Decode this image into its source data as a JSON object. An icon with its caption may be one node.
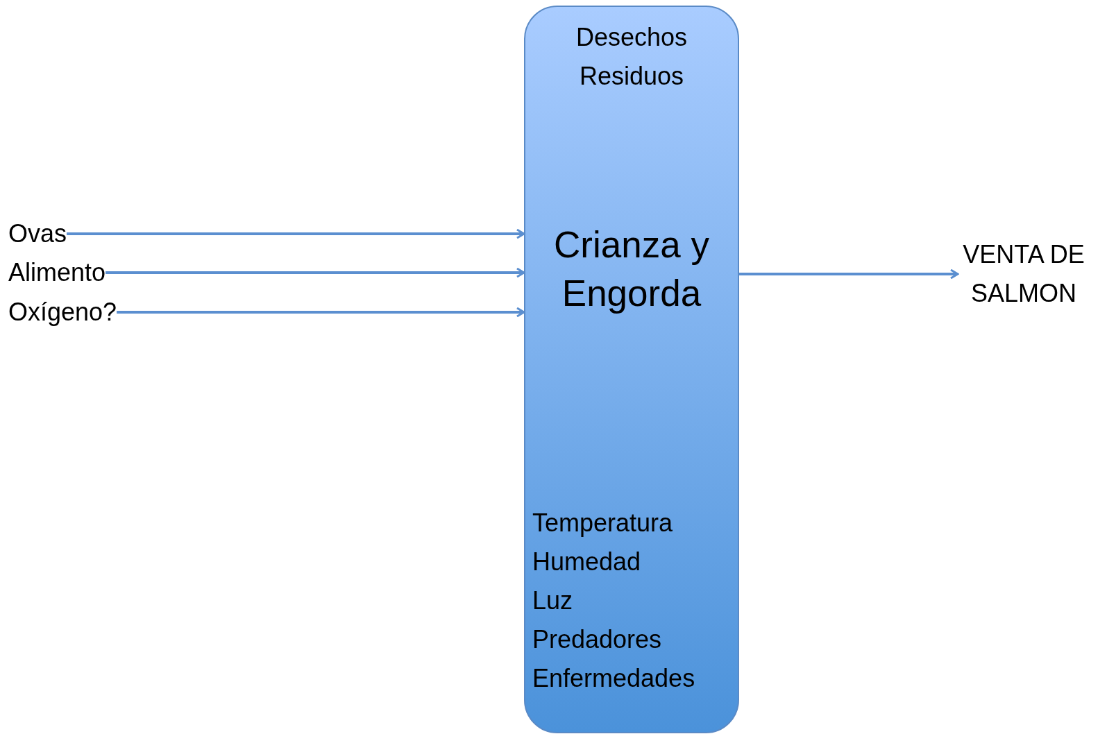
{
  "diagram": {
    "nodes": [
      {
        "text": [
          "Desechos",
          "Residuos",
          "Crianza y Engorda",
          "Temperatura",
          "Humedad",
          "Luz",
          "Predadores",
          "Enfermedades"
        ]
      },
      {
        "text": [
          "Ovas"
        ]
      },
      {
        "text": [
          "Alimento"
        ]
      },
      {
        "text": [
          "Oxígeno?"
        ]
      },
      {
        "text": [
          "VENTA DE SALMON"
        ]
      }
    ],
    "edges": [
      {
        "from": 1,
        "to": 0,
        "arrow": "to"
      },
      {
        "from": 2,
        "to": 0,
        "arrow": "to"
      },
      {
        "from": 3,
        "to": 0,
        "arrow": "to"
      },
      {
        "from": 0,
        "to": 4,
        "arrow": "to"
      }
    ]
  }
}
